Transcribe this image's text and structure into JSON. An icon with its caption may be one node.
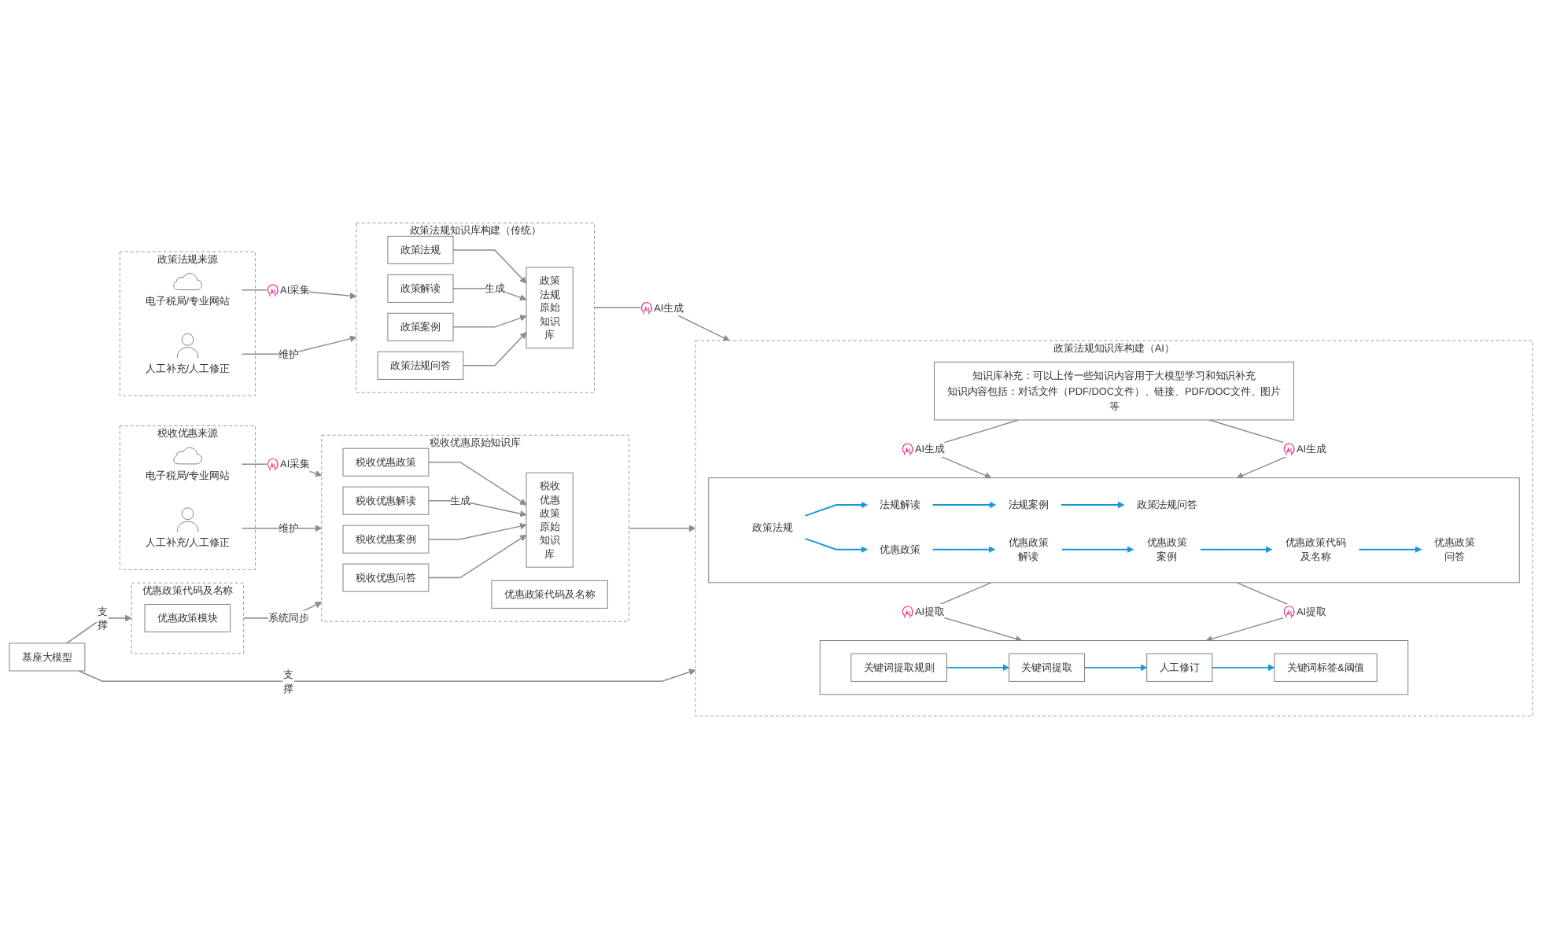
{
  "diagram": {
    "nodes": [
      {
        "text": [
          "政策法规来源"
        ]
      },
      {
        "text": [
          "电子税局/专业网站"
        ],
        "in": 0
      },
      {
        "text": [
          "人工补充/人工修正"
        ],
        "in": 0
      },
      {
        "text": [
          "税收优惠来源"
        ]
      },
      {
        "text": [
          "电子税局/专业网站"
        ],
        "in": 3
      },
      {
        "text": [
          "人工补充/人工修正"
        ],
        "in": 3
      },
      {
        "text": [
          "优惠政策代码及名称"
        ]
      },
      {
        "text": [
          "优惠政策模块"
        ],
        "in": 6
      },
      {
        "text": [
          "政策法规知识库构建（传统）"
        ]
      },
      {
        "text": [
          "政策法规"
        ],
        "in": 8
      },
      {
        "text": [
          "政策解读"
        ],
        "in": 8
      },
      {
        "text": [
          "政策案例"
        ],
        "in": 8
      },
      {
        "text": [
          "政策法规问答"
        ],
        "in": 8
      },
      {
        "text": [
          "政策法规原始知识库"
        ],
        "in": 8
      },
      {
        "text": [
          "税收优惠原始知识库"
        ]
      },
      {
        "text": [
          "税收优惠政策"
        ],
        "in": 14
      },
      {
        "text": [
          "税收优惠解读"
        ],
        "in": 14
      },
      {
        "text": [
          "税收优惠案例"
        ],
        "in": 14
      },
      {
        "text": [
          "税收优惠问答"
        ],
        "in": 14
      },
      {
        "text": [
          "税收优惠政策原始知识库"
        ],
        "in": 14
      },
      {
        "text": [
          "优惠政策代码及名称"
        ],
        "in": 14
      },
      {
        "text": [
          "政策法规知识库构建（AI）"
        ]
      },
      {
        "text": [
          "知识库补充：可以上传一些知识内容用于大模型学习和知识补充",
          "知识内容包括：对话文件（PDF/DOC文件）、链接、PDF/DOC文件、图片等"
        ],
        "in": 21
      },
      {
        "text": [],
        "shape": "box",
        "in": 21
      },
      {
        "text": [
          "政策法规"
        ],
        "in": 23
      },
      {
        "text": [
          "法规解读"
        ],
        "in": 23
      },
      {
        "text": [
          "法规案例"
        ],
        "in": 23
      },
      {
        "text": [
          "政策法规问答"
        ],
        "in": 23
      },
      {
        "text": [
          "优惠政策"
        ],
        "in": 23
      },
      {
        "text": [
          "优惠政策解读"
        ],
        "in": 23
      },
      {
        "text": [
          "优惠政策案例"
        ],
        "in": 23
      },
      {
        "text": [
          "优惠政策代码及名称"
        ],
        "in": 23
      },
      {
        "text": [
          "优惠政策问答"
        ],
        "in": 23
      },
      {
        "text": [],
        "shape": "box",
        "in": 21
      },
      {
        "text": [
          "关键词提取规则"
        ],
        "in": 33
      },
      {
        "text": [
          "关键词提取"
        ],
        "in": 33
      },
      {
        "text": [
          "人工修订"
        ],
        "in": 33
      },
      {
        "text": [
          "关键词标签&阈值"
        ],
        "in": 33
      },
      {
        "text": [
          "基座大模型"
        ]
      }
    ],
    "edges": [
      {
        "from": 1,
        "to": 8,
        "arrow": "to",
        "label": "AI采集"
      },
      {
        "from": 2,
        "to": 8,
        "arrow": "to",
        "label": "维护"
      },
      {
        "from": 4,
        "to": 14,
        "arrow": "to",
        "label": "AI采集"
      },
      {
        "from": 5,
        "to": 14,
        "arrow": "to",
        "label": "维护"
      },
      {
        "from": 6,
        "to": 14,
        "arrow": "to",
        "label": "系统同步"
      },
      {
        "from": 9,
        "to": 13,
        "arrow": "to"
      },
      {
        "from": 10,
        "to": 13,
        "arrow": "to",
        "label": "生成"
      },
      {
        "from": 11,
        "to": 13,
        "arrow": "to"
      },
      {
        "from": 12,
        "to": 13,
        "arrow": "to"
      },
      {
        "from": 15,
        "to": 19,
        "arrow": "to"
      },
      {
        "from": 16,
        "to": 19,
        "arrow": "to",
        "label": "生成"
      },
      {
        "from": 17,
        "to": 19,
        "arrow": "to"
      },
      {
        "from": 18,
        "to": 19,
        "arrow": "to"
      },
      {
        "from": 8,
        "to": 21,
        "arrow": "to",
        "label": "AI生成"
      },
      {
        "from": 14,
        "to": 21,
        "arrow": "to"
      },
      {
        "from": 22,
        "to": 23,
        "arrow": "to",
        "label": "AI生成"
      },
      {
        "from": 22,
        "to": 23,
        "arrow": "to",
        "label": "AI生成"
      },
      {
        "from": 24,
        "to": 25,
        "arrow": "to",
        "color": "#1599d6"
      },
      {
        "from": 25,
        "to": 26,
        "arrow": "to",
        "color": "#1599d6"
      },
      {
        "from": 26,
        "to": 27,
        "arrow": "to",
        "color": "#1599d6"
      },
      {
        "from": 24,
        "to": 28,
        "arrow": "to",
        "color": "#1599d6"
      },
      {
        "from": 28,
        "to": 29,
        "arrow": "to",
        "color": "#1599d6"
      },
      {
        "from": 29,
        "to": 30,
        "arrow": "to",
        "color": "#1599d6"
      },
      {
        "from": 30,
        "to": 31,
        "arrow": "to",
        "color": "#1599d6"
      },
      {
        "from": 31,
        "to": 32,
        "arrow": "to",
        "color": "#1599d6"
      },
      {
        "from": 23,
        "to": 33,
        "arrow": "to",
        "label": "AI提取"
      },
      {
        "from": 23,
        "to": 33,
        "arrow": "to",
        "label": "AI提取"
      },
      {
        "from": 34,
        "to": 35,
        "arrow": "to",
        "color": "#1599d6"
      },
      {
        "from": 35,
        "to": 36,
        "arrow": "to",
        "color": "#1599d6"
      },
      {
        "from": 36,
        "to": 37,
        "arrow": "to",
        "color": "#1599d6"
      },
      {
        "from": 38,
        "to": 6,
        "arrow": "to",
        "label": "支撑"
      },
      {
        "from": 38,
        "to": 21,
        "arrow": "to",
        "label": "支撑"
      }
    ]
  }
}
